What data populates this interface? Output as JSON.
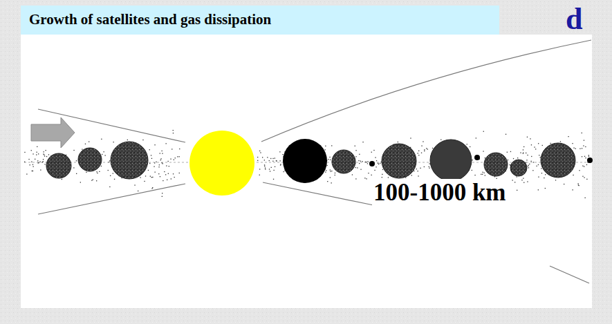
{
  "diagram": {
    "title": "Growth  of satellites and gas dissipation",
    "labels": [
      "d",
      "100-1000 km"
    ]
  }
}
